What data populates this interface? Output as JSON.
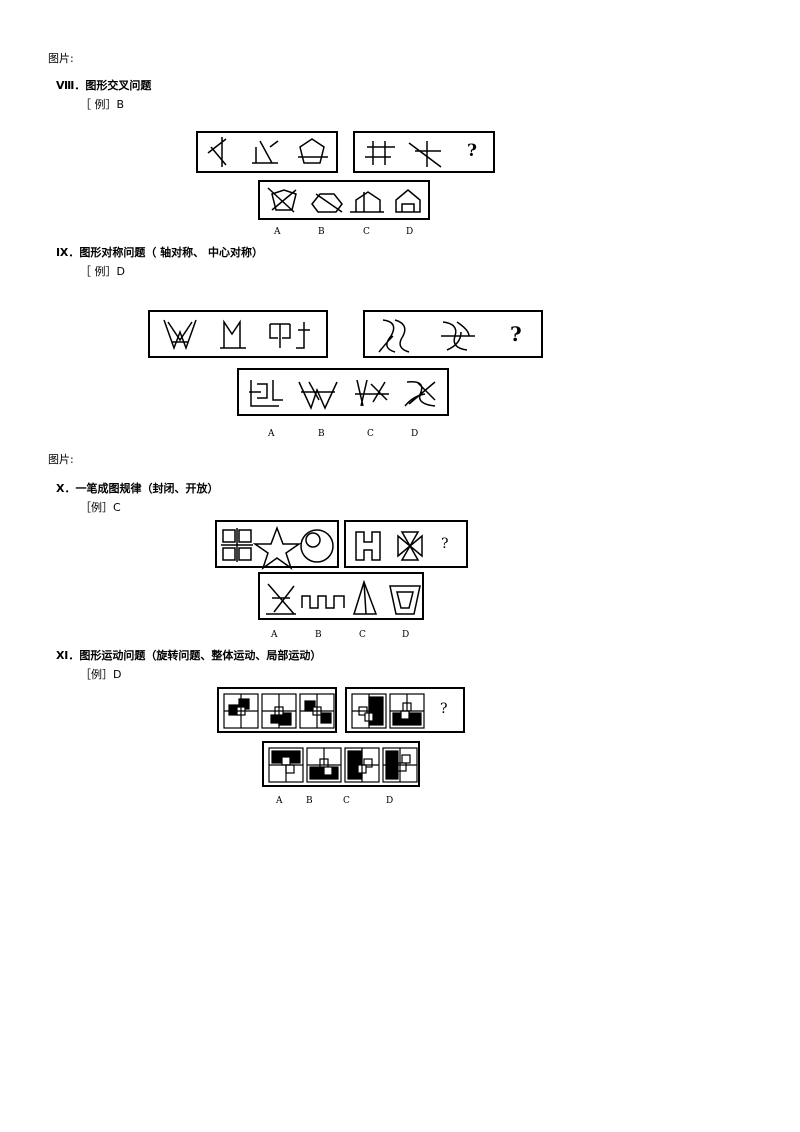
{
  "page": {
    "caption_1": "图片:",
    "caption_2": "图片:"
  },
  "sections": [
    {
      "heading": "Ⅷ．图形交叉问题",
      "example": "［ 例］B",
      "question_mark": "?",
      "options": [
        "A",
        "B",
        "C",
        "D"
      ]
    },
    {
      "heading": "Ⅸ．图形对称问题（ 轴对称、 中心对称）",
      "example": "［ 例］D",
      "question_mark": "?",
      "options": [
        "A",
        "B",
        "C",
        "D"
      ]
    },
    {
      "heading": "Ⅹ．一笔成图规律（封闭、开放）",
      "example": "［例］C",
      "question_mark": "?",
      "options": [
        "A",
        "B",
        "C",
        "D"
      ]
    },
    {
      "heading": "Ⅺ．图形运动问题（旋转问题、整体运动、局部运动）",
      "example": "［例］D",
      "question_mark": "?",
      "options": [
        "A",
        "B",
        "C",
        "D"
      ]
    }
  ]
}
